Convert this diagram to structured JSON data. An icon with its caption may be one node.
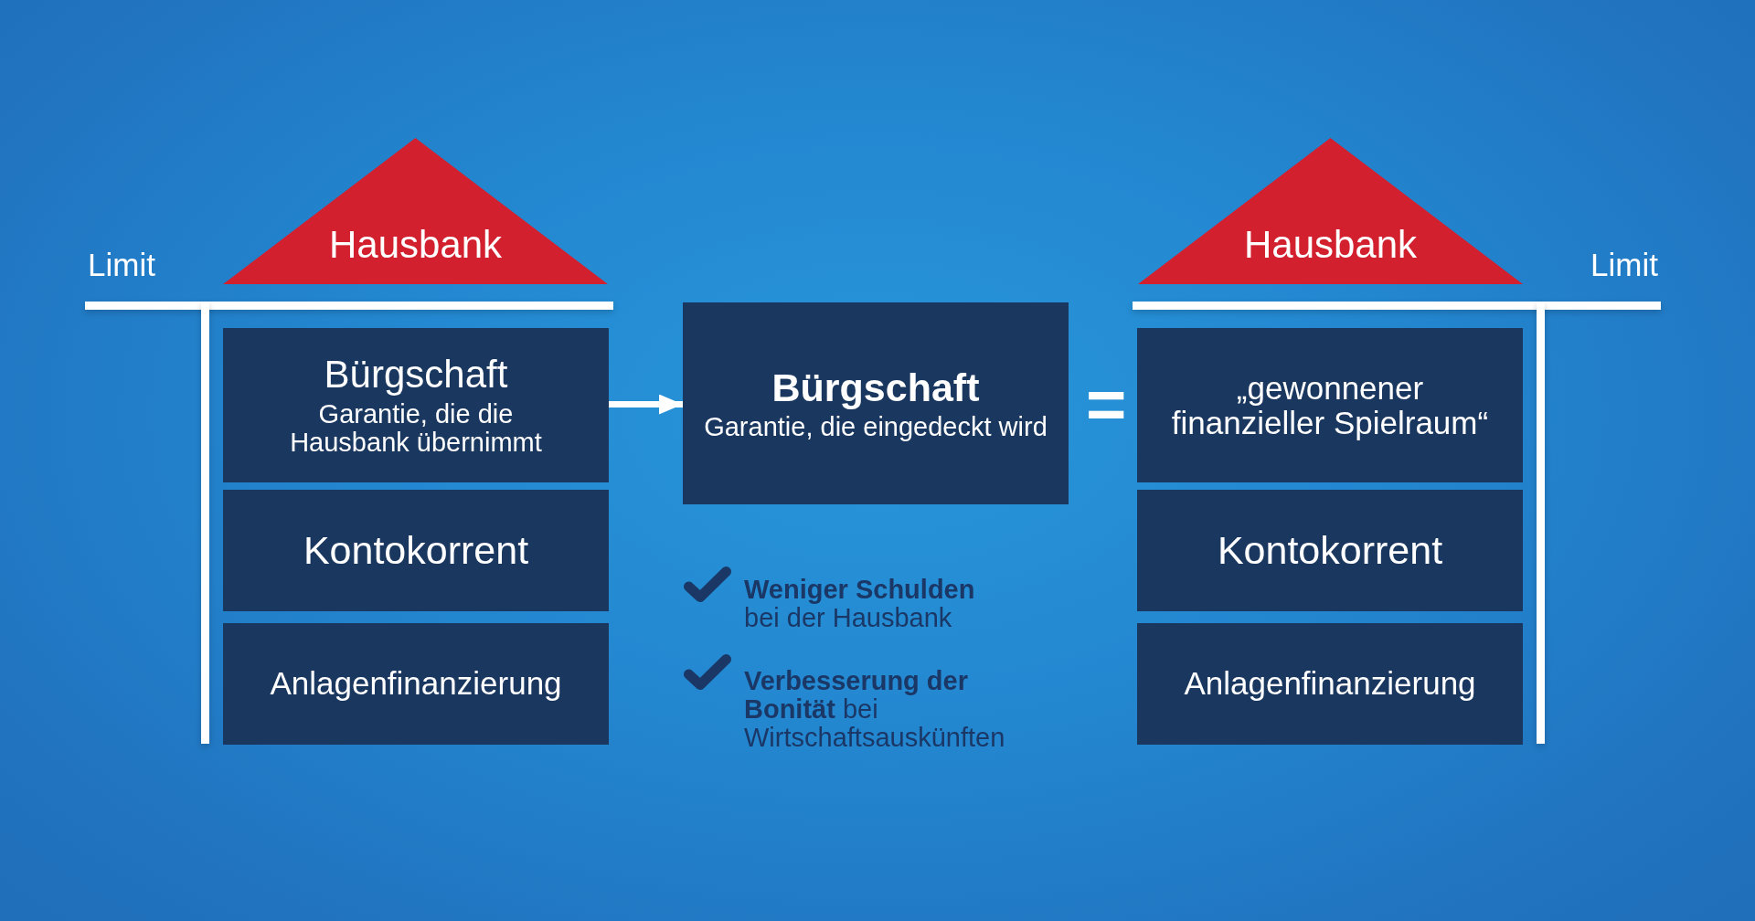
{
  "diagram": {
    "nodes": [
      {
        "text": [
          "Hausbank"
        ]
      },
      {
        "text": [
          "Bürgschaft",
          "Garantie, die die Hausbank übernimmt"
        ]
      },
      {
        "text": [
          "Kontokorrent"
        ]
      },
      {
        "text": [
          "Anlagenfinanzierung"
        ]
      },
      {
        "text": [
          "Bürgschaft",
          "Garantie, die eingedeckt wird"
        ]
      },
      {
        "text": [
          "Hausbank"
        ]
      },
      {
        "text": [
          "„gewonnener finanzieller Spielraum“"
        ]
      },
      {
        "text": [
          "Kontokorrent"
        ]
      },
      {
        "text": [
          "Anlagenfinanzierung"
        ]
      }
    ],
    "edges": [
      {
        "from": 1,
        "to": 4,
        "arrow": "to"
      }
    ],
    "labels": [
      "Limit",
      "Limit",
      "=",
      "**Weniger Schulden** bei der Hausbank",
      "**Verbesserung der Bonität** bei Wirtschaftsauskünften"
    ]
  }
}
